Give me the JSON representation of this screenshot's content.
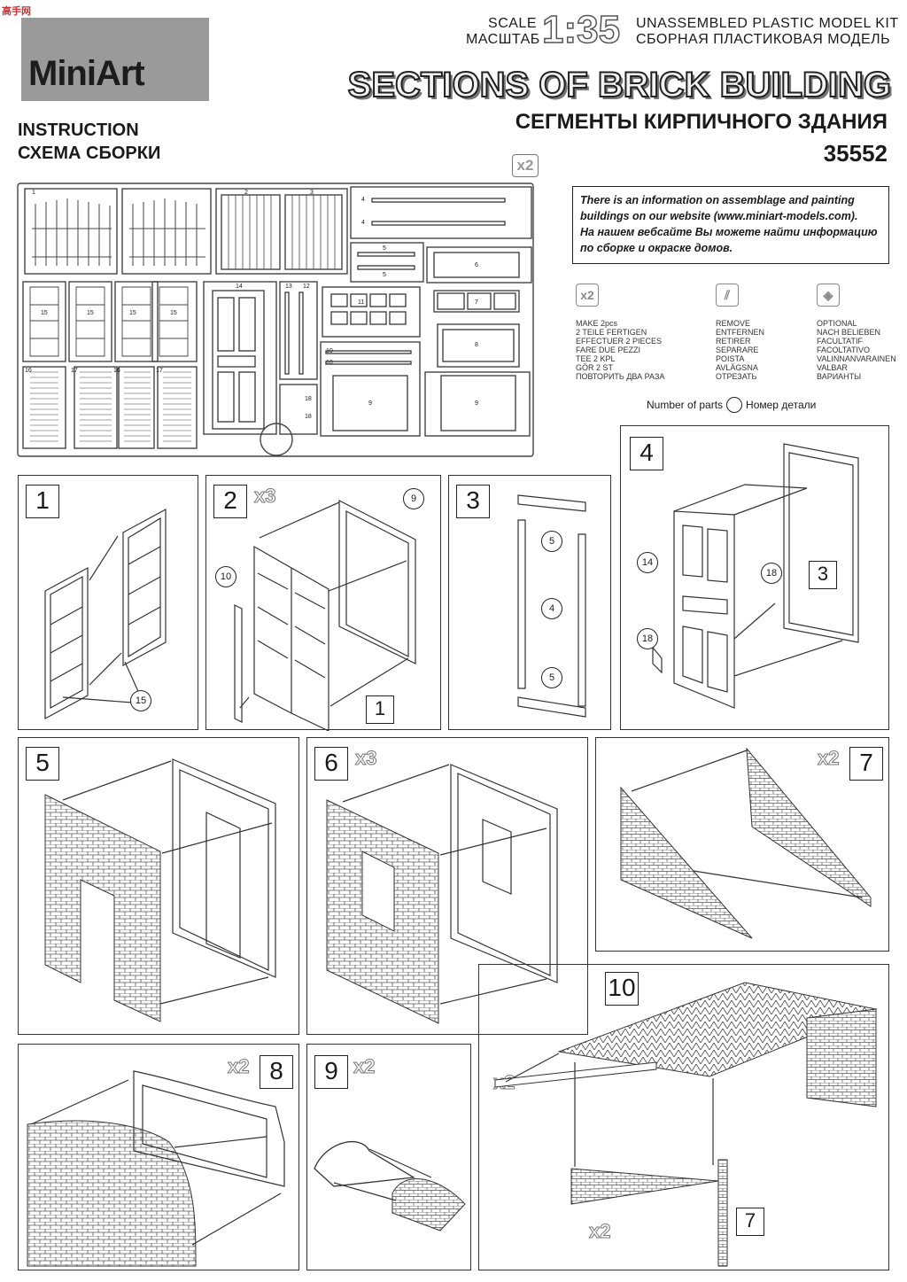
{
  "watermark": "高手网",
  "brand": {
    "name": "MiniArt"
  },
  "header": {
    "scale_label_en": "SCALE",
    "scale_label_ru": "МАСШТАБ",
    "scale_value": "1:35",
    "kit_type_en": "UNASSEMBLED PLASTIC MODEL KIT",
    "kit_type_ru": "СБОРНАЯ ПЛАСТИКОВАЯ МОДЕЛЬ",
    "title_en": "SECTIONS OF BRICK BUILDING",
    "title_ru": "СЕГМЕНТЫ КИРПИЧНОГО ЗДАНИЯ",
    "code": "35552",
    "instruction_en": "INSTRUCTION",
    "instruction_ru": "СХЕМА СБОРКИ"
  },
  "sprue": {
    "multiplier": "x2",
    "part_numbers": [
      "1",
      "2",
      "3",
      "4",
      "4",
      "5",
      "5",
      "6",
      "7",
      "8",
      "9",
      "9",
      "10",
      "10",
      "11",
      "12",
      "13",
      "14",
      "15",
      "15",
      "15",
      "15",
      "16",
      "16",
      "17",
      "17",
      "18",
      "18"
    ]
  },
  "info": {
    "text_en": "There is an information on assemblage and painting buildings on our website (www.miniart-models.com).",
    "text_ru": "На нашем вебсайте Вы можете найти информацию по сборке и окраске домов."
  },
  "legend": [
    {
      "icon": "x2",
      "lines": [
        "MAKE 2pcs",
        "2 TEILE FERTIGEN",
        "EFFECTUER 2 PIECES",
        "FARE DUE PEZZI",
        "TEE 2 KPL",
        "GÖR 2 ST",
        "ПОВТОРИТЬ ДВА РАЗА"
      ]
    },
    {
      "icon": "cut-icon",
      "lines": [
        "REMOVE",
        "ENTFERNEN",
        "RETIRER",
        "SEPARARE",
        "POISTA",
        "AVLÄGSNA",
        "ОТРЕЗАТЬ"
      ]
    },
    {
      "icon": "optional-icon",
      "lines": [
        "OPTIONAL",
        "NACH BELIEBEN",
        "FACULTATIF",
        "FACOLTATIVO",
        "VALINNANVARAINEN",
        "VALBAR",
        "ВАРИАНТЫ"
      ]
    }
  ],
  "parts_legend": {
    "left": "Number of parts",
    "right": "Номер детали"
  },
  "steps": [
    {
      "n": "1",
      "mult": "",
      "callouts": [
        "15"
      ]
    },
    {
      "n": "2",
      "mult": "x3",
      "callouts": [
        "9",
        "10"
      ],
      "refs": [
        "1"
      ]
    },
    {
      "n": "3",
      "mult": "",
      "callouts": [
        "5",
        "4",
        "5"
      ]
    },
    {
      "n": "4",
      "mult": "",
      "callouts": [
        "14",
        "18",
        "18"
      ],
      "refs": [
        "3"
      ]
    },
    {
      "n": "5",
      "mult": ""
    },
    {
      "n": "6",
      "mult": "x3"
    },
    {
      "n": "7",
      "mult": "x2"
    },
    {
      "n": "8",
      "mult": "x2"
    },
    {
      "n": "9",
      "mult": "x2"
    },
    {
      "n": "10",
      "mult": "x2",
      "mult2": "x2",
      "refs": [
        "7"
      ]
    }
  ]
}
